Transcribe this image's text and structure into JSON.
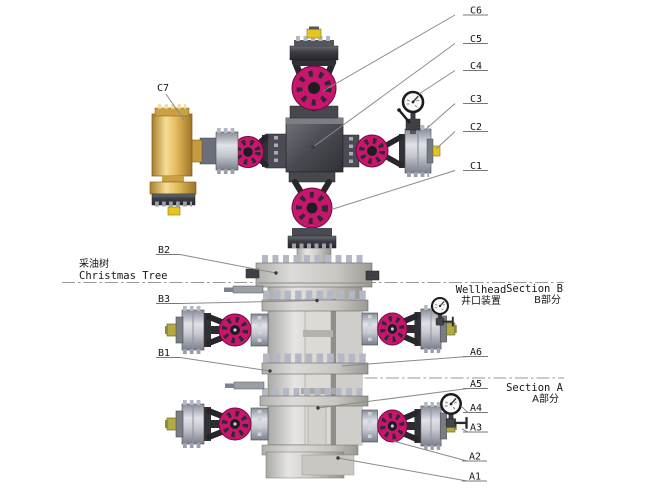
{
  "section_labels": {
    "christmas_tree_zh": "采油树",
    "christmas_tree_en": "Christmas Tree",
    "wellhead_en": "Wellhead",
    "wellhead_zh": "井口装置",
    "section_b_line1": "Section B",
    "section_b_line2": "B部分",
    "section_a_line1": "Section A",
    "section_a_line2": "A部分"
  },
  "callouts": {
    "c1": "C1",
    "c2": "C2",
    "c3": "C3",
    "c4": "C4",
    "c5": "C5",
    "c6": "C6",
    "c7": "C7",
    "b1": "B1",
    "b2": "B2",
    "b3": "B3",
    "a1": "A1",
    "a2": "A2",
    "a3": "A3",
    "a4": "A4",
    "a5": "A5",
    "a6": "A6"
  },
  "colors": {
    "background": "#ffffff",
    "handwheel_pink": "#c8156e",
    "valve_dark": "#2f2f35",
    "body_metal_light": "#cfcecb",
    "flange_metal": "#c6c9d1",
    "bolt_light": "#b4b8c4",
    "brass_gold": "#e2b964",
    "fitting_yellow": "#e8c51c",
    "fitting_olive": "#b2ab45",
    "gauge_face": "#f8f8f6",
    "leader_line": "#8a8a8a",
    "section_line": "#9a9a9a",
    "text": "#161616"
  }
}
